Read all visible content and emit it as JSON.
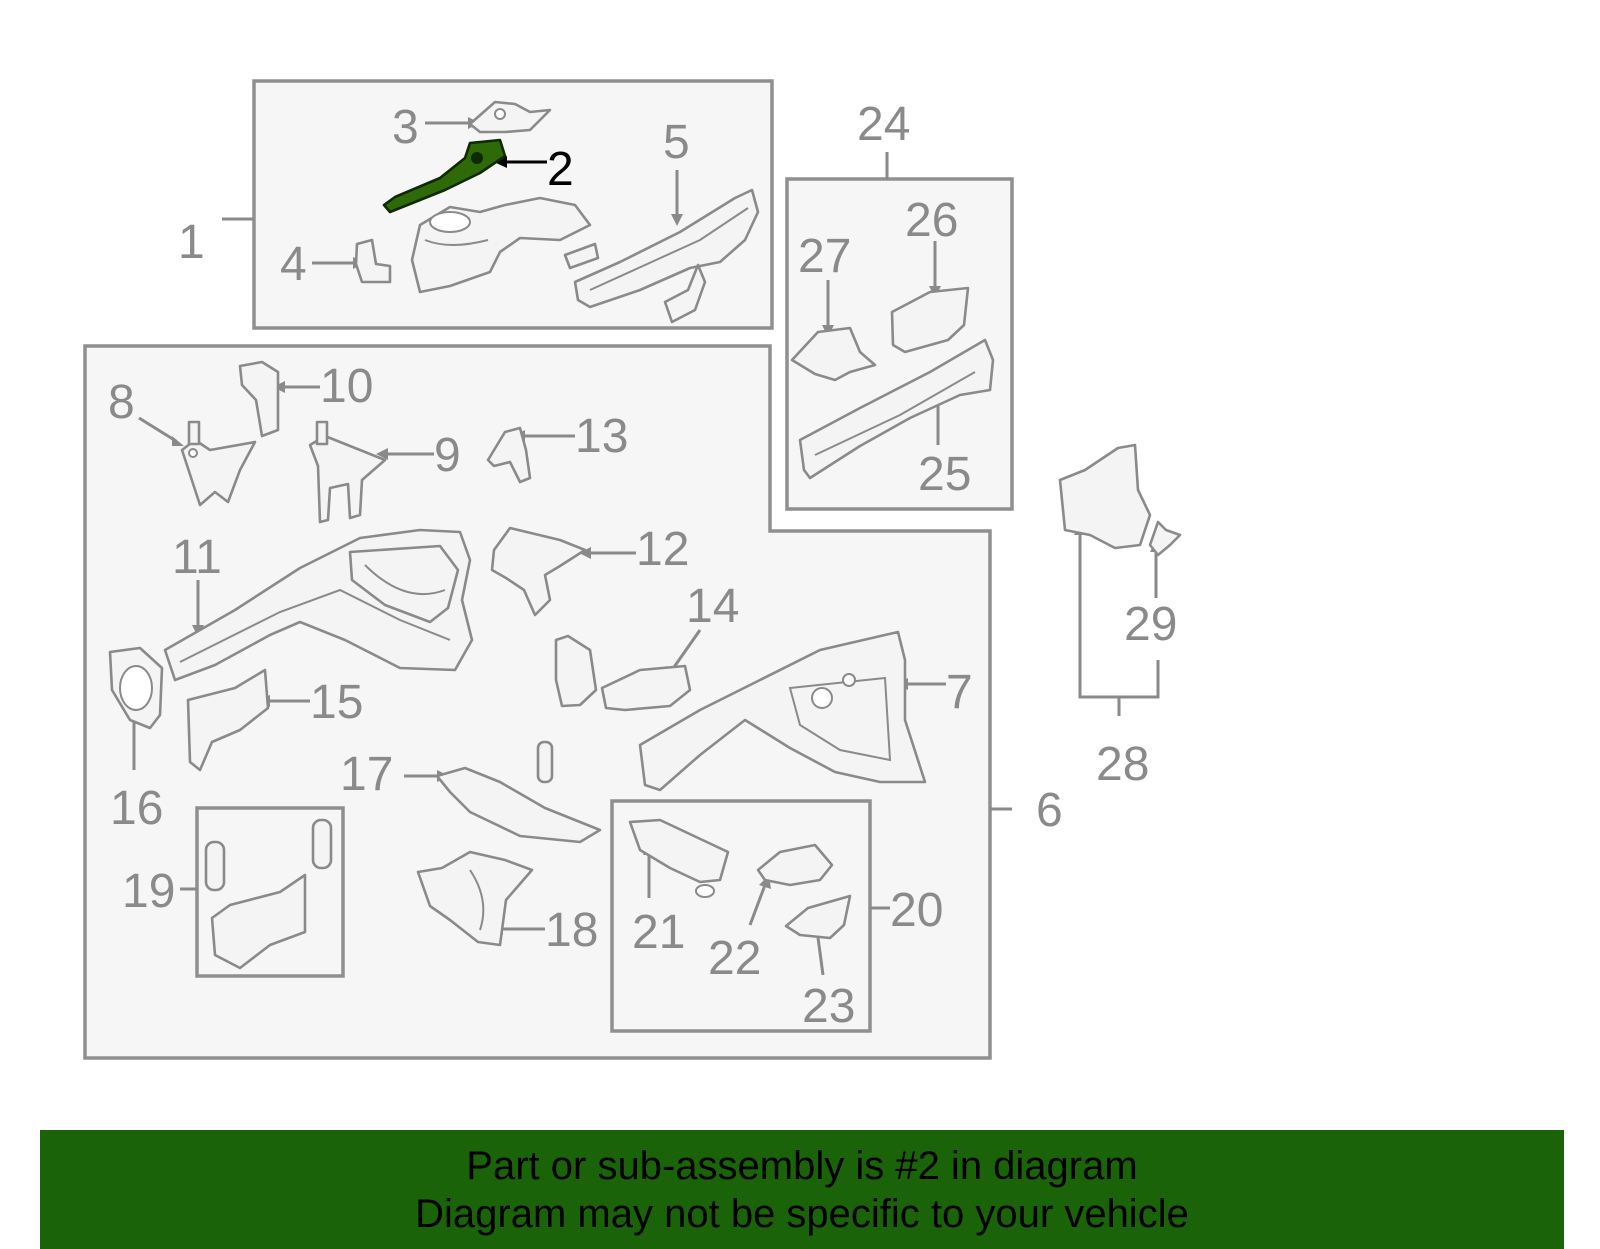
{
  "diagram": {
    "callouts": [
      "1",
      "2",
      "3",
      "4",
      "5",
      "6",
      "7",
      "8",
      "9",
      "10",
      "11",
      "12",
      "13",
      "14",
      "15",
      "16",
      "17",
      "18",
      "19",
      "20",
      "21",
      "22",
      "23",
      "24",
      "25",
      "26",
      "27",
      "28",
      "29"
    ],
    "highlighted_part": "2",
    "highlight_color": "#2f6a08",
    "banner_color": "#1a6308"
  },
  "banner": {
    "line1": "Part or sub-assembly is #2 in diagram",
    "line2": "Diagram may not be specific to your vehicle"
  }
}
